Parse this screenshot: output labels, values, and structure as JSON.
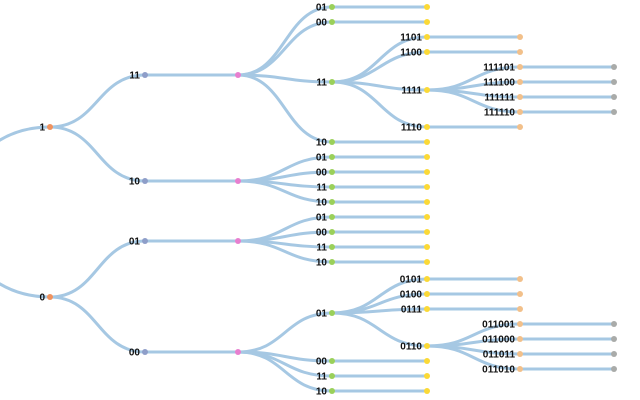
{
  "colors": {
    "link": "#a6c8e3",
    "depth1": "#f0925e",
    "depth2": "#8e9ec9",
    "depth3": "#e77fcf",
    "depth4": "#9ad05a",
    "depth5": "#fbd936",
    "depth6": "#f2c08a",
    "depth7": "#a9aba9",
    "label": "#111111"
  },
  "tree": {
    "name": "",
    "children": [
      {
        "name": "1",
        "children": [
          {
            "name": "11",
            "children": [
              {
                "name": "",
                "children": [
                  {
                    "name": "01",
                    "children": [
                      {
                        "name": ""
                      }
                    ]
                  },
                  {
                    "name": "00",
                    "children": [
                      {
                        "name": ""
                      }
                    ]
                  },
                  {
                    "name": "11",
                    "children": [
                      {
                        "name": "1101",
                        "children": [
                          {
                            "name": ""
                          }
                        ]
                      },
                      {
                        "name": "1100",
                        "children": [
                          {
                            "name": ""
                          }
                        ]
                      },
                      {
                        "name": "1111",
                        "children": [
                          {
                            "name": "111101",
                            "children": [
                              {
                                "name": ""
                              }
                            ]
                          },
                          {
                            "name": "111100",
                            "children": [
                              {
                                "name": ""
                              }
                            ]
                          },
                          {
                            "name": "111111",
                            "children": [
                              {
                                "name": ""
                              }
                            ]
                          },
                          {
                            "name": "111110",
                            "children": [
                              {
                                "name": ""
                              }
                            ]
                          }
                        ]
                      },
                      {
                        "name": "1110",
                        "children": [
                          {
                            "name": ""
                          }
                        ]
                      }
                    ]
                  },
                  {
                    "name": "10",
                    "children": [
                      {
                        "name": ""
                      }
                    ]
                  }
                ]
              }
            ]
          },
          {
            "name": "10",
            "children": [
              {
                "name": "",
                "children": [
                  {
                    "name": "01",
                    "children": [
                      {
                        "name": ""
                      }
                    ]
                  },
                  {
                    "name": "00",
                    "children": [
                      {
                        "name": ""
                      }
                    ]
                  },
                  {
                    "name": "11",
                    "children": [
                      {
                        "name": ""
                      }
                    ]
                  },
                  {
                    "name": "10",
                    "children": [
                      {
                        "name": ""
                      }
                    ]
                  }
                ]
              }
            ]
          }
        ]
      },
      {
        "name": "0",
        "children": [
          {
            "name": "01",
            "children": [
              {
                "name": "",
                "children": [
                  {
                    "name": "01",
                    "children": [
                      {
                        "name": ""
                      }
                    ]
                  },
                  {
                    "name": "00",
                    "children": [
                      {
                        "name": ""
                      }
                    ]
                  },
                  {
                    "name": "11",
                    "children": [
                      {
                        "name": ""
                      }
                    ]
                  },
                  {
                    "name": "10",
                    "children": [
                      {
                        "name": ""
                      }
                    ]
                  }
                ]
              }
            ]
          },
          {
            "name": "00",
            "children": [
              {
                "name": "",
                "children": [
                  {
                    "name": "01",
                    "children": [
                      {
                        "name": "0101",
                        "children": [
                          {
                            "name": ""
                          }
                        ]
                      },
                      {
                        "name": "0100",
                        "children": [
                          {
                            "name": ""
                          }
                        ]
                      },
                      {
                        "name": "0111",
                        "children": [
                          {
                            "name": ""
                          }
                        ]
                      },
                      {
                        "name": "0110",
                        "children": [
                          {
                            "name": "011001",
                            "children": [
                              {
                                "name": ""
                              }
                            ]
                          },
                          {
                            "name": "011000",
                            "children": [
                              {
                                "name": ""
                              }
                            ]
                          },
                          {
                            "name": "011011",
                            "children": [
                              {
                                "name": ""
                              }
                            ]
                          },
                          {
                            "name": "011010",
                            "children": [
                              {
                                "name": ""
                              }
                            ]
                          }
                        ]
                      }
                    ]
                  },
                  {
                    "name": "00",
                    "children": [
                      {
                        "name": ""
                      }
                    ]
                  },
                  {
                    "name": "11",
                    "children": [
                      {
                        "name": ""
                      }
                    ]
                  },
                  {
                    "name": "10",
                    "children": [
                      {
                        "name": ""
                      }
                    ]
                  }
                ]
              }
            ]
          }
        ]
      }
    ]
  }
}
